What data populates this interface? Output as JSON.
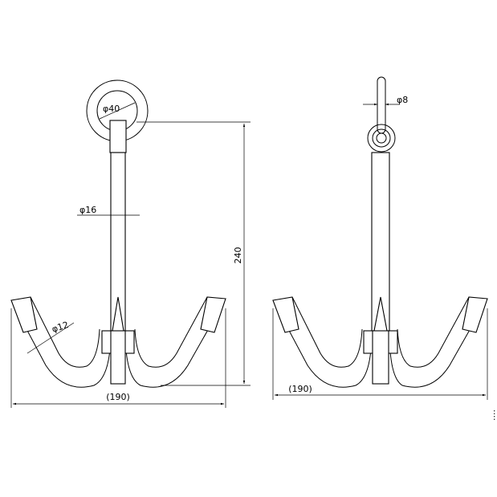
{
  "front_view": {
    "ring_diameter_label": "φ40",
    "shank_diameter_label": "φ16",
    "fluke_diameter_label": "φ12",
    "height_label": "240",
    "width_label": "(190)"
  },
  "side_view": {
    "shackle_diameter_label": "φ8",
    "width_label": "(190)"
  },
  "margin_note": "...."
}
